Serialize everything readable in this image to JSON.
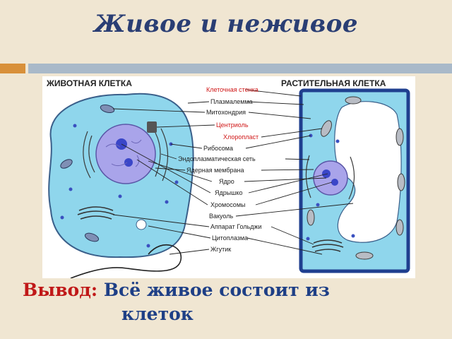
{
  "title": "Живое и неживое",
  "figure": {
    "animal_heading": "ЖИВОТНАЯ КЛЕТКА",
    "plant_heading": "РАСТИТЕЛЬНАЯ КЛЕТКА",
    "labels": [
      {
        "text": "Клеточная стенка",
        "color": "#d01818"
      },
      {
        "text": "Плазмалемма",
        "color": "#222222"
      },
      {
        "text": "Митохондрия",
        "color": "#222222"
      },
      {
        "text": "Центриоль",
        "color": "#d01818"
      },
      {
        "text": "Хлоропласт",
        "color": "#d01818"
      },
      {
        "text": "Рибосома",
        "color": "#222222"
      },
      {
        "text": "Эндоплазматическая сеть",
        "color": "#222222"
      },
      {
        "text": "Ядерная мембрана",
        "color": "#222222"
      },
      {
        "text": "Ядро",
        "color": "#222222"
      },
      {
        "text": "Ядрышко",
        "color": "#222222"
      },
      {
        "text": "Хромосомы",
        "color": "#222222"
      },
      {
        "text": "Вакуоль",
        "color": "#222222"
      },
      {
        "text": "Аппарат Гольджи",
        "color": "#222222"
      },
      {
        "text": "Цитоплазма",
        "color": "#222222"
      },
      {
        "text": "Жгутик",
        "color": "#222222"
      }
    ]
  },
  "conclusion": {
    "keyword": "Вывод:",
    "line1": "Всё живое состоит из",
    "line2": "клеток"
  },
  "colors": {
    "background": "#f0e6d2",
    "title": "#2a3e74",
    "accent_orange": "#d8903a",
    "accent_blue": "#a9b9c9",
    "cytoplasm": "#8fd6ec",
    "cell_wall": "#1f3f8f",
    "label_red": "#d01818"
  }
}
